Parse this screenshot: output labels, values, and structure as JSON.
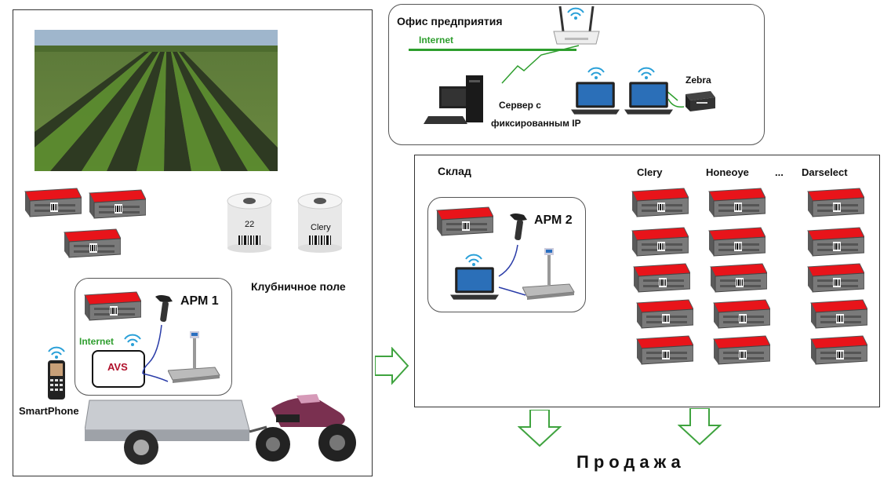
{
  "field_area": {
    "label": "Клубничное поле",
    "roll_labels": [
      "22",
      "Clery"
    ],
    "apm1": {
      "label": "АРМ 1",
      "internet_label": "Internet",
      "avs_label": "AVS"
    },
    "phone_label": "SmartPhone"
  },
  "office": {
    "title": "Офис предприятия",
    "internet_label": "Internet",
    "server_label_line1": "Сервер с",
    "server_label_line2": "фиксированным IP",
    "printer_label": "Zebra"
  },
  "warehouse": {
    "title": "Склад",
    "apm2_label": "АРМ 2",
    "columns": [
      "Clery",
      "Honeoye",
      "...",
      "Darselect"
    ]
  },
  "sale_label": "Продажа",
  "colors": {
    "crate_red": "#e8141a",
    "crate_grey": "#6e6e6e",
    "arrow_green": "#3fa33f",
    "internet_green": "#2e9e2e",
    "avs_red": "#b0102b"
  }
}
